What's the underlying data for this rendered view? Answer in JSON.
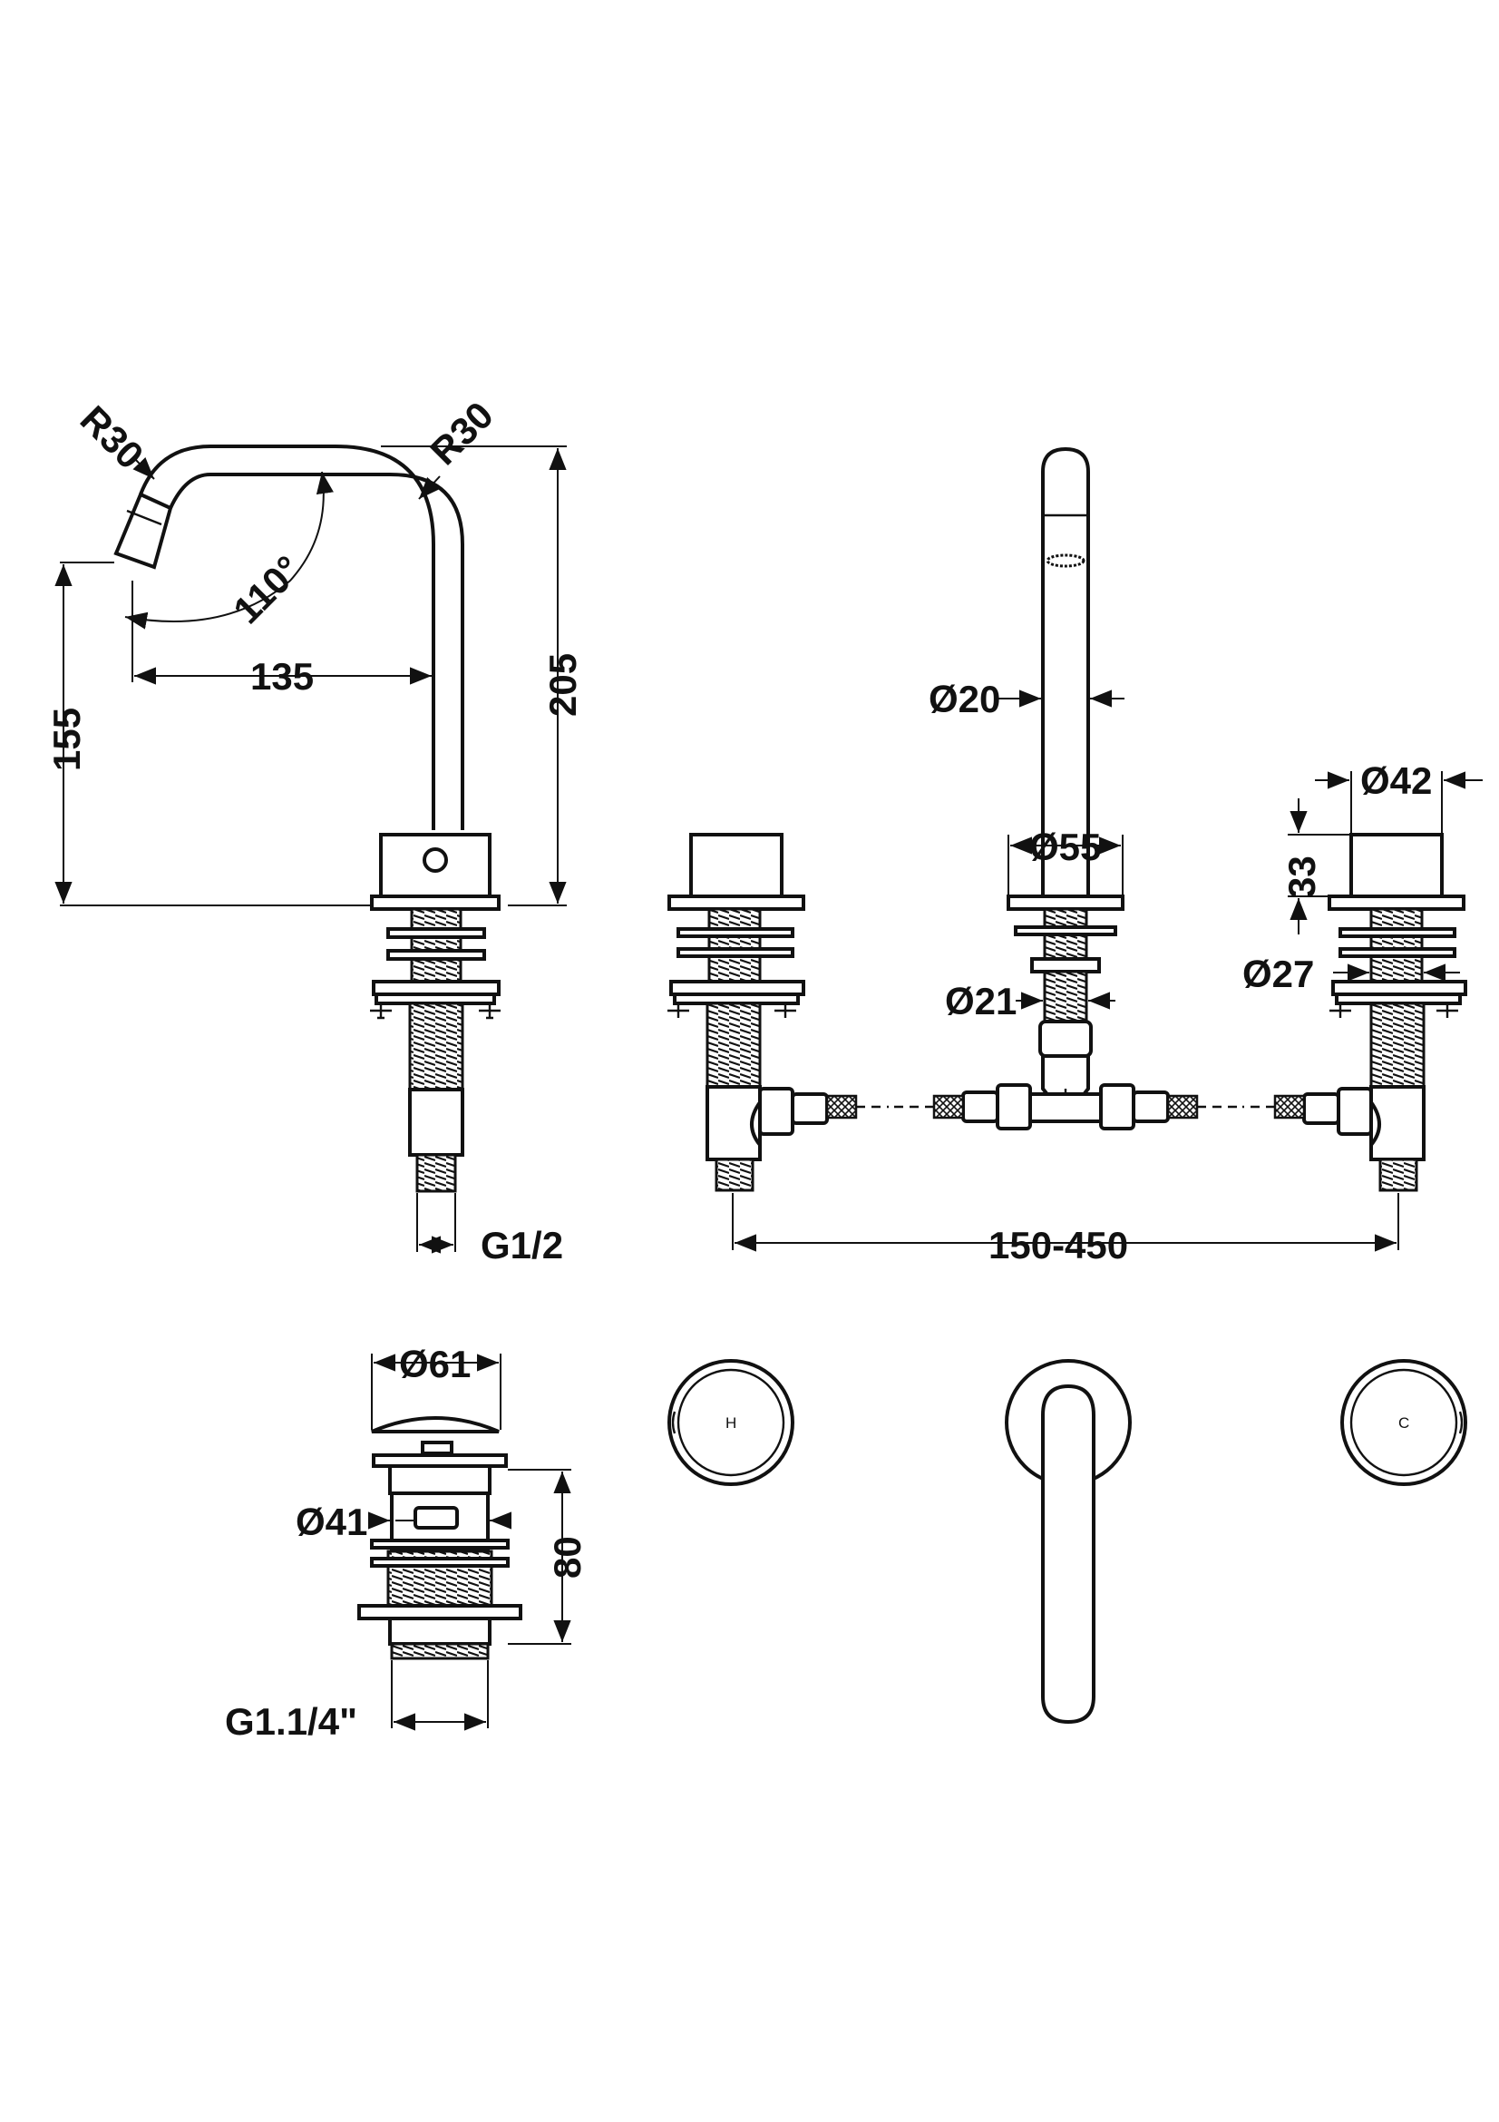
{
  "dimensions": {
    "spout_radius_left": "R30",
    "spout_radius_right": "R30",
    "spout_angle": "110°",
    "spout_reach": "135",
    "spout_outlet_height": "155",
    "overall_height": "205",
    "inlet_thread": "G1/2",
    "spout_diameter": "Ø20",
    "spout_base_diameter": "Ø55",
    "spout_shank_diameter": "Ø21",
    "handle_diameter": "Ø42",
    "handle_height": "33",
    "handle_shank_diameter": "Ø27",
    "centres_range": "150-450",
    "waste_cap_diameter": "Ø61",
    "waste_body_diameter": "Ø41",
    "waste_height": "80",
    "waste_thread": "G1.1/4\""
  },
  "plan_view": {
    "hot_handle_label": "H",
    "cold_handle_label": "C"
  }
}
